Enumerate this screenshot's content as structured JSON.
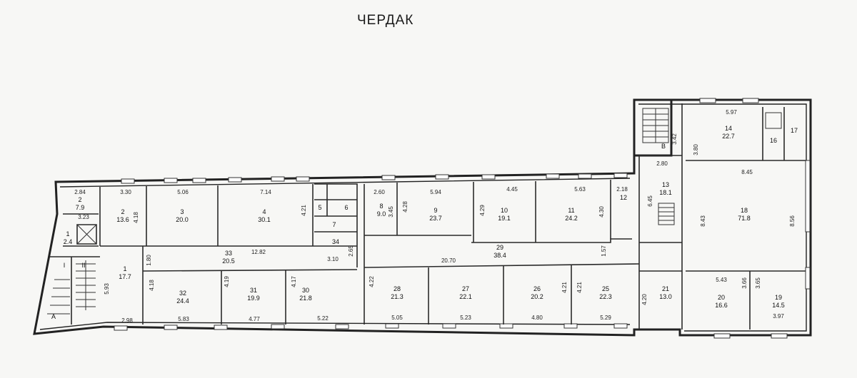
{
  "title": "ЧЕРДАК",
  "rooms": [
    {
      "id": "2",
      "num": "2",
      "area": "7.9"
    },
    {
      "id": "1a",
      "num": "1",
      "area": "2.4"
    },
    {
      "id": "2b",
      "num": "2",
      "area": "13.6"
    },
    {
      "id": "3",
      "num": "3",
      "area": "20.0"
    },
    {
      "id": "4",
      "num": "4",
      "area": "30.1"
    },
    {
      "id": "5",
      "num": "5",
      "area": ""
    },
    {
      "id": "6",
      "num": "6",
      "area": ""
    },
    {
      "id": "7",
      "num": "7",
      "area": ""
    },
    {
      "id": "8",
      "num": "8",
      "area": "9.0"
    },
    {
      "id": "9",
      "num": "9",
      "area": "23.7"
    },
    {
      "id": "10",
      "num": "10",
      "area": "19.1"
    },
    {
      "id": "11",
      "num": "11",
      "area": "24.2"
    },
    {
      "id": "12",
      "num": "12",
      "area": ""
    },
    {
      "id": "13",
      "num": "13",
      "area": "18.1"
    },
    {
      "id": "14",
      "num": "14",
      "area": "22.7"
    },
    {
      "id": "16",
      "num": "16",
      "area": ""
    },
    {
      "id": "17",
      "num": "17",
      "area": ""
    },
    {
      "id": "18",
      "num": "18",
      "area": "71.8"
    },
    {
      "id": "19",
      "num": "19",
      "area": "14.5"
    },
    {
      "id": "20",
      "num": "20",
      "area": "16.6"
    },
    {
      "id": "21",
      "num": "21",
      "area": "13.0"
    },
    {
      "id": "25",
      "num": "25",
      "area": "22.3"
    },
    {
      "id": "26",
      "num": "26",
      "area": "20.2"
    },
    {
      "id": "27",
      "num": "27",
      "area": "22.1"
    },
    {
      "id": "28",
      "num": "28",
      "area": "21.3"
    },
    {
      "id": "29",
      "num": "29",
      "area": "38.4"
    },
    {
      "id": "30",
      "num": "30",
      "area": "21.8"
    },
    {
      "id": "31",
      "num": "31",
      "area": "19.9"
    },
    {
      "id": "32",
      "num": "32",
      "area": "24.4"
    },
    {
      "id": "33",
      "num": "33",
      "area": "20.5"
    },
    {
      "id": "34",
      "num": "34",
      "area": ""
    },
    {
      "id": "1b",
      "num": "1",
      "area": "17.7"
    },
    {
      "id": "A",
      "num": "А",
      "area": ""
    },
    {
      "id": "B",
      "num": "В",
      "area": ""
    },
    {
      "id": "I",
      "num": "I",
      "area": ""
    },
    {
      "id": "II",
      "num": "II",
      "area": ""
    }
  ],
  "dimensions": [
    "2.84",
    "3.23",
    "3.30",
    "4.18",
    "5.06",
    "7.14",
    "4.21",
    "2.60",
    "3.45",
    "5.94",
    "4.28",
    "4.29",
    "4.45",
    "5.63",
    "4.30",
    "2.18",
    "6.45",
    "2.80",
    "3.80",
    "5.97",
    "3.42",
    "8.45",
    "8.43",
    "8.56",
    "5.43",
    "3.66",
    "3.65",
    "3.97",
    "4.20",
    "12.82",
    "1.80",
    "3.10",
    "2.65",
    "20.70",
    "1.57",
    "5.93",
    "2.98",
    "4.18",
    "4.19",
    "4.17",
    "5.83",
    "4.77",
    "5.22",
    "4.22",
    "5.05",
    "5.23",
    "4.80",
    "4.21",
    "5.29",
    "4.21"
  ]
}
